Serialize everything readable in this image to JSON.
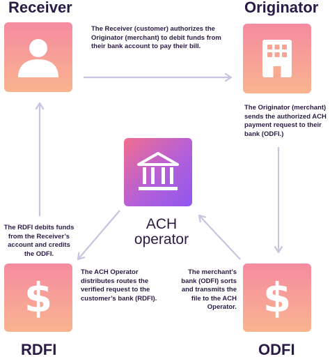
{
  "nodes": {
    "receiver": {
      "title": "Receiver",
      "icon": "person-icon"
    },
    "originator": {
      "title": "Originator",
      "icon": "building-icon"
    },
    "ach_operator": {
      "title_line1": "ACH",
      "title_line2": "operator",
      "icon": "bank-icon"
    },
    "rdfi": {
      "title": "RDFI",
      "icon": "dollar-icon",
      "symbol": "$"
    },
    "odfi": {
      "title": "ODFI",
      "icon": "dollar-icon",
      "symbol": "$"
    }
  },
  "descriptions": {
    "receiver_to_originator": "The Receiver (customer) authorizes the Originator (merchant) to debit funds from their bank account to pay their bill.",
    "originator_to_odfi": "The Originator (merchant) sends the authorized ACH payment request to their bank (ODFI.)",
    "odfi_to_ach": "The merchant’s bank (ODFI) sorts and transmits the file to the ACH Operator.",
    "ach_to_rdfi": "The ACH Operator distributes routes the verified request to the customer’s bank (RDFI).",
    "rdfi_to_receiver": "The RDFI debits funds from the Receiver’s account and credits the ODFI."
  },
  "colors": {
    "box_gradient_top": "#f58ba0",
    "box_gradient_bottom": "#f9b48f",
    "ach_gradient_start": "#f16e8f",
    "ach_gradient_end": "#8f57ef",
    "arrow": "#c9c2e0",
    "text": "#2a1b45"
  }
}
